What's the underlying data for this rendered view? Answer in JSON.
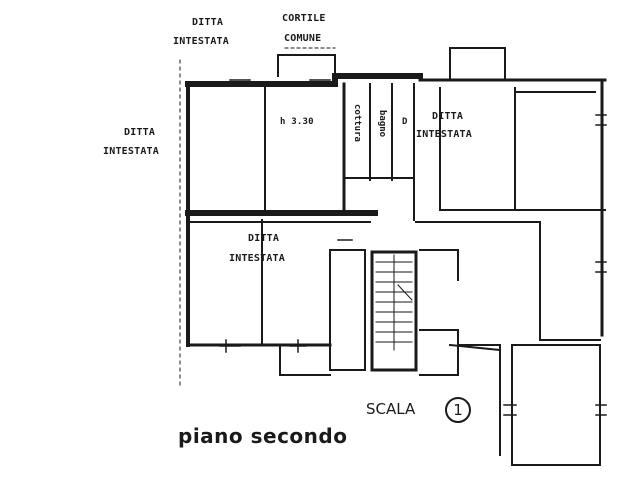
{
  "labels": {
    "ditta_top_1": "DITTA",
    "ditta_top_2": "INTESTATA",
    "cortile_1": "CORTILE",
    "cortile_2": "COMUNE",
    "ditta_left_1": "DITTA",
    "ditta_left_2": "INTESTATA",
    "height_note": "h 3.30",
    "ditta_right_1": "DITTA",
    "ditta_right_2": "INTESTATA",
    "ditta_center_1": "DITTA",
    "ditta_center_2": "INTESTATA",
    "room_cottura": "cottura",
    "room_bagno": "bagno",
    "room_d": "D",
    "stair_label": "SCALA",
    "stair_number": "1",
    "floor_title": "piano secondo"
  }
}
